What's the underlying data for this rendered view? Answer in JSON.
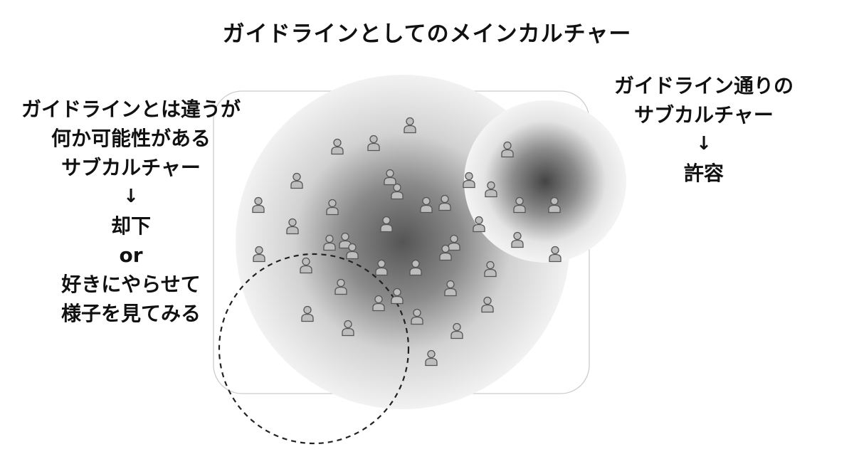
{
  "title": "ガイドラインとしてのメインカルチャー",
  "left_label": {
    "lines": [
      "ガイドラインとは違うが",
      "何か可能性がある",
      "サブカルチャー",
      "↓",
      "却下",
      "or",
      "好きにやらせて",
      "様子を見てみる"
    ]
  },
  "right_label": {
    "lines": [
      "ガイドライン通りの",
      "サブカルチャー",
      "↓",
      "許容"
    ]
  },
  "icons": {
    "person": "person-icon"
  },
  "colors": {
    "circle_center": "#555555",
    "circle_edge": "#f2f2f2",
    "person_fill": "#bdbdbd",
    "person_stroke": "#555555",
    "frame_stroke": "#cccccc",
    "dashed_stroke": "#222222"
  }
}
